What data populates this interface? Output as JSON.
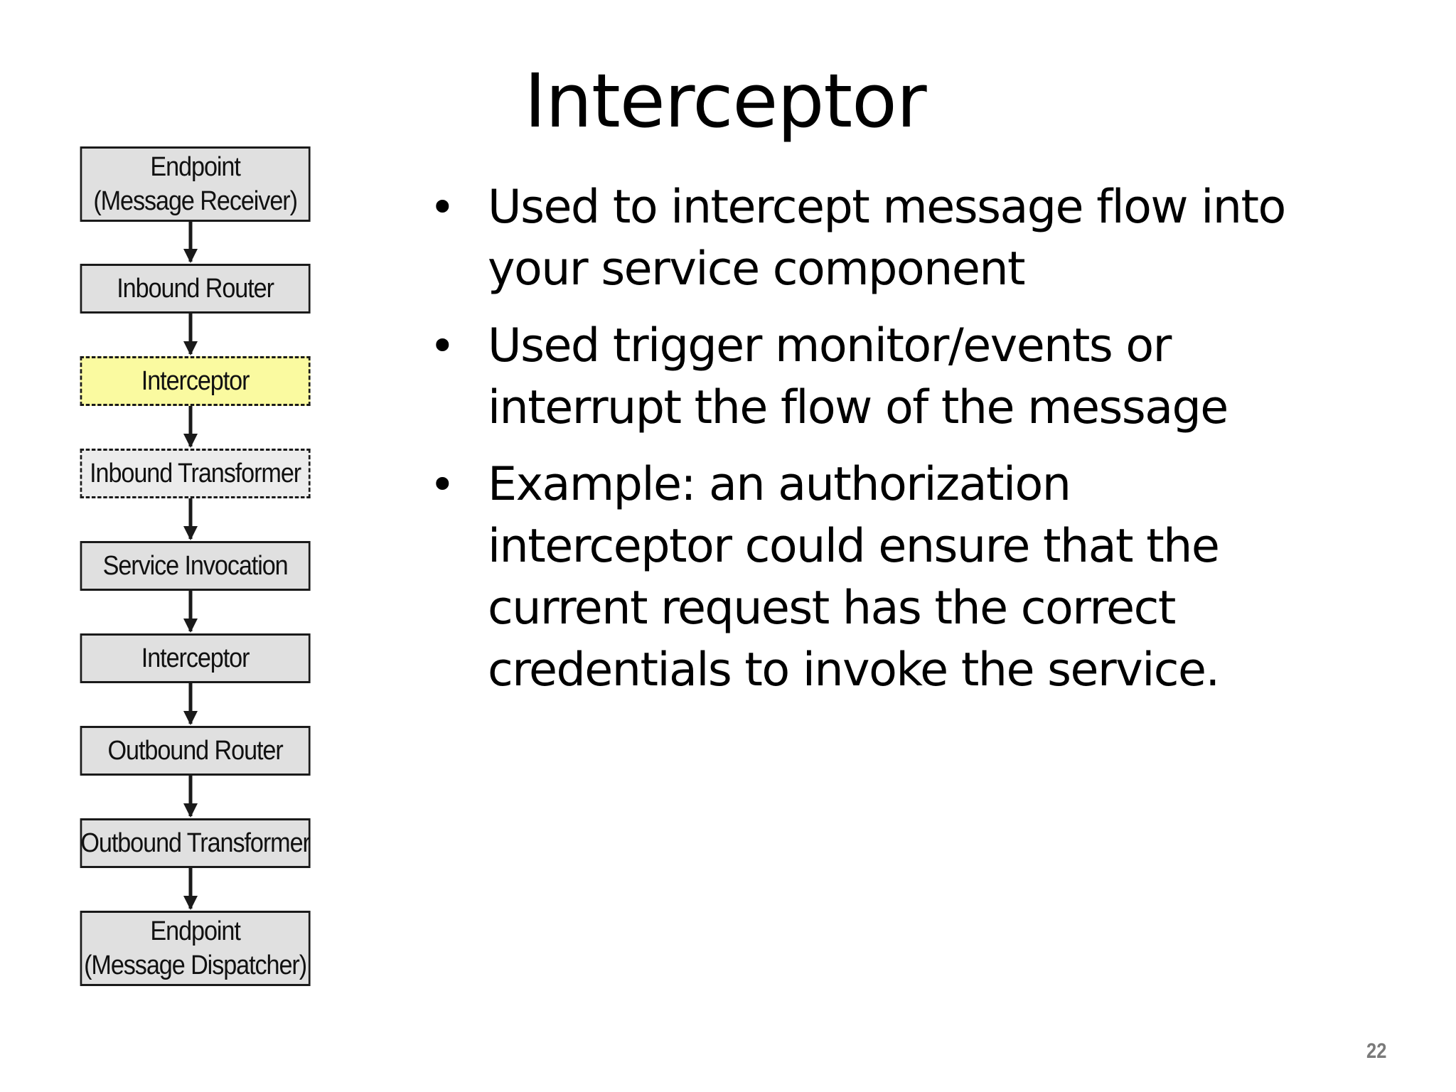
{
  "slide": {
    "title": "Interceptor",
    "page_number": "22"
  },
  "flow": {
    "steps": [
      {
        "line1": "Endpoint",
        "line2": "(Message Receiver)",
        "style": "solid"
      },
      {
        "line1": "Inbound Router",
        "style": "solid"
      },
      {
        "line1": "Interceptor",
        "style": "dashed-highlighted"
      },
      {
        "line1": "Inbound Transformer",
        "style": "dashed"
      },
      {
        "line1": "Service Invocation",
        "style": "solid"
      },
      {
        "line1": "Interceptor",
        "style": "solid"
      },
      {
        "line1": "Outbound Router",
        "style": "solid"
      },
      {
        "line1": "Outbound Transformer",
        "style": "solid"
      },
      {
        "line1": "Endpoint",
        "line2": "(Message Dispatcher)",
        "style": "solid"
      }
    ],
    "colors": {
      "box_fill": "#e0e0e0",
      "highlight_fill": "#fafaa0",
      "border": "#1a1a1a"
    }
  },
  "bullets": [
    {
      "text": "Used to intercept message flow into your service component"
    },
    {
      "text": "Used trigger monitor/events or interrupt the flow of the message"
    },
    {
      "text": "Example: an authorization interceptor could ensure that the current request has the correct credentials to invoke the service."
    }
  ]
}
